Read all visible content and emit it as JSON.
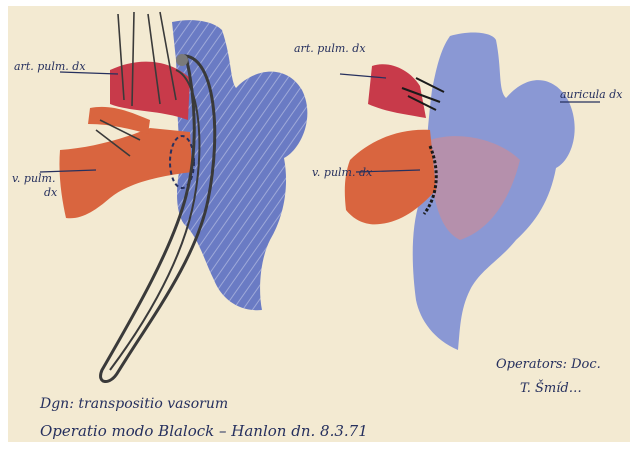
{
  "labels": {
    "art_left": "art. pulm. dx",
    "ven_left_1": "v. pulm.",
    "ven_left_2": "dx",
    "art_right": "art. pulm. dx",
    "ven_right": "v. pulm. dx",
    "atrium_right": "auricula dx",
    "operators_1": "Operators: Doc.",
    "operators_2": "T. Šmíd…",
    "diagnosis": "Dgn: transpositio vasorum",
    "operation": "Operatio modo Blalock – Hanlon dn. 8.3.71"
  },
  "colors": {
    "paper": "#f3ead2",
    "vein_blue": "#6a7bc4",
    "vein_red": "#d9653f",
    "artery_red": "#c83a4a",
    "ink": "#26305e"
  }
}
